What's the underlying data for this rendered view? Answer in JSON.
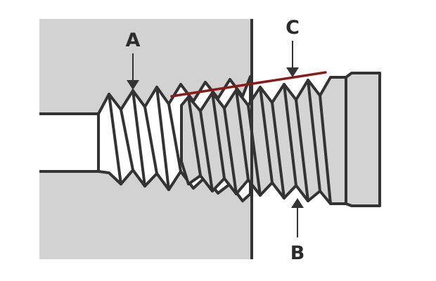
{
  "diagram": {
    "labels": {
      "a": "A",
      "b": "B",
      "c": "C"
    },
    "colors": {
      "block": "#d2d2d2",
      "outline": "#333333",
      "thread_fill": "#ffffff",
      "bolt_fill": "#d4d4d4",
      "taper_line": "#8b1a1a",
      "background": "#ffffff"
    }
  }
}
